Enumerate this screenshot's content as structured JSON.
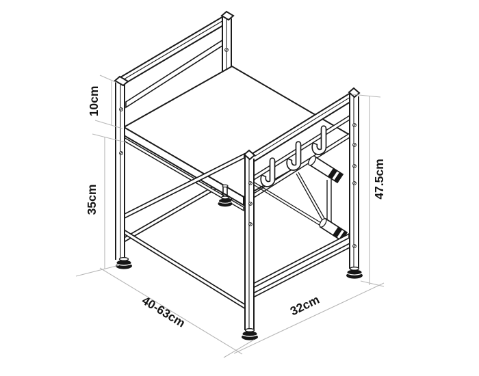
{
  "diagram": {
    "kind": "isometric furniture dimension drawing",
    "dimensions": {
      "panel_height": "10cm",
      "leg_height": "35cm",
      "side_height": "47.5cm",
      "width_range": "40-63cm",
      "depth": "32cm"
    },
    "colors": {
      "line": "#1b1b1b",
      "dimension_line": "#b6b6b6",
      "label": "#141414",
      "background": "#ffffff"
    }
  }
}
